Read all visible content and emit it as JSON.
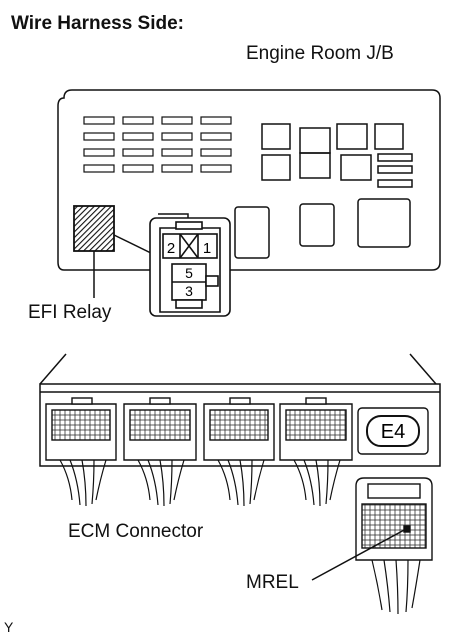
{
  "heading": "Wire Harness Side:",
  "labels": {
    "junction_block": "Engine Room J/B",
    "relay": "EFI Relay",
    "ecm_connector": "ECM Connector",
    "mrel_pin": "MREL",
    "connector_code": "E4",
    "figure_code": "Y"
  },
  "relay_terminals": {
    "top_left": "2",
    "top_mid": "X",
    "top_right": "1",
    "lower_top": "5",
    "lower_bottom": "3"
  }
}
